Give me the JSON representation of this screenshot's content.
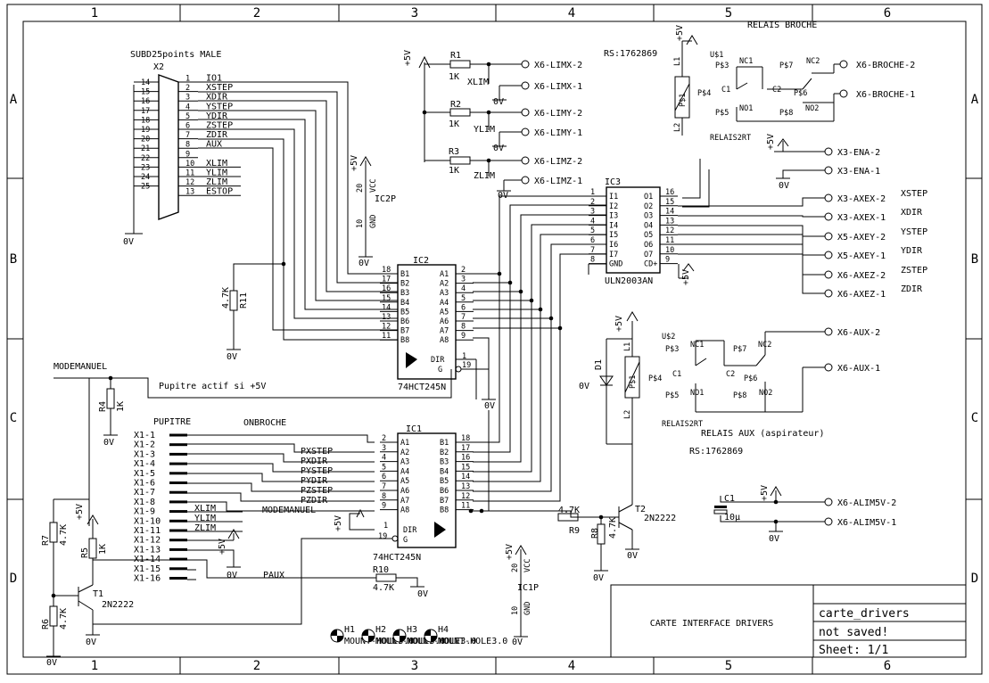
{
  "frame": {
    "columns": [
      "1",
      "2",
      "3",
      "4",
      "5",
      "6"
    ],
    "rows": [
      "A",
      "B",
      "C",
      "D"
    ]
  },
  "title_block": {
    "description": "CARTE INTERFACE DRIVERS",
    "name": "carte_drivers",
    "status": "not saved!",
    "sheet": "Sheet: 1/1"
  },
  "connector_x2": {
    "title": "SUBD25points MALE",
    "ref": "X2",
    "left_pins": [
      "14",
      "15",
      "16",
      "17",
      "18",
      "19",
      "20",
      "21",
      "22",
      "23",
      "24",
      "25"
    ],
    "right_pins": [
      {
        "num": "1",
        "signal": "IO1"
      },
      {
        "num": "2",
        "signal": "XSTEP"
      },
      {
        "num": "3",
        "signal": "XDIR"
      },
      {
        "num": "4",
        "signal": "YSTEP"
      },
      {
        "num": "5",
        "signal": "YDIR"
      },
      {
        "num": "6",
        "signal": "ZSTEP"
      },
      {
        "num": "7",
        "signal": "ZDIR"
      },
      {
        "num": "8",
        "signal": "AUX"
      },
      {
        "num": "9",
        "signal": ""
      },
      {
        "num": "10",
        "signal": "XLIM"
      },
      {
        "num": "11",
        "signal": "YLIM"
      },
      {
        "num": "12",
        "signal": "ZLIM"
      },
      {
        "num": "13",
        "signal": "ESTOP"
      }
    ],
    "ground": "0V"
  },
  "limits": {
    "supply": "+5V",
    "resistors": [
      {
        "ref": "R1",
        "value": "1K",
        "label": "XLIM",
        "pins": [
          "X6-LIMX-2",
          "X6-LIMX-1"
        ]
      },
      {
        "ref": "R2",
        "value": "1K",
        "label": "YLIM",
        "pins": [
          "X6-LIMY-2",
          "X6-LIMY-1"
        ]
      },
      {
        "ref": "R3",
        "value": "1K",
        "label": "ZLIM",
        "pins": [
          "X6-LIMZ-2",
          "X6-LIMZ-1"
        ]
      }
    ],
    "ground": "0V"
  },
  "ic2p": {
    "ref": "IC2P",
    "supply": "+5V",
    "vcc_pin": "20",
    "vcc": "VCC",
    "gnd_pin": "10",
    "gnd": "GND",
    "ground": "0V"
  },
  "ic1p": {
    "ref": "IC1P",
    "supply": "+5V",
    "vcc_pin": "20",
    "vcc": "VCC",
    "gnd_pin": "10",
    "gnd": "GND",
    "ground": "0V"
  },
  "ic2": {
    "ref": "IC2",
    "part": "74HCT245N",
    "left_pins": [
      {
        "num": "18",
        "name": "B1"
      },
      {
        "num": "17",
        "name": "B2"
      },
      {
        "num": "16",
        "name": "B3"
      },
      {
        "num": "15",
        "name": "B4"
      },
      {
        "num": "14",
        "name": "B5"
      },
      {
        "num": "13",
        "name": "B6"
      },
      {
        "num": "12",
        "name": "B7"
      },
      {
        "num": "11",
        "name": "B8"
      }
    ],
    "right_pins": [
      {
        "num": "2",
        "name": "A1"
      },
      {
        "num": "3",
        "name": "A2"
      },
      {
        "num": "4",
        "name": "A3"
      },
      {
        "num": "5",
        "name": "A4"
      },
      {
        "num": "6",
        "name": "A5"
      },
      {
        "num": "7",
        "name": "A6"
      },
      {
        "num": "8",
        "name": "A7"
      },
      {
        "num": "9",
        "name": "A8"
      }
    ],
    "dir": {
      "num": "1",
      "name": "DIR"
    },
    "g": {
      "num": "19",
      "name": "G"
    },
    "ground": "0V"
  },
  "ic1": {
    "ref": "IC1",
    "part": "74HCT245N",
    "left_pins": [
      {
        "num": "2",
        "name": "A1"
      },
      {
        "num": "3",
        "name": "A2"
      },
      {
        "num": "4",
        "name": "A3"
      },
      {
        "num": "5",
        "name": "A4"
      },
      {
        "num": "6",
        "name": "A5"
      },
      {
        "num": "7",
        "name": "A6"
      },
      {
        "num": "8",
        "name": "A7"
      },
      {
        "num": "9",
        "name": "A8"
      }
    ],
    "right_pins": [
      {
        "num": "18",
        "name": "B1"
      },
      {
        "num": "17",
        "name": "B2"
      },
      {
        "num": "16",
        "name": "B3"
      },
      {
        "num": "15",
        "name": "B4"
      },
      {
        "num": "14",
        "name": "B5"
      },
      {
        "num": "13",
        "name": "B6"
      },
      {
        "num": "12",
        "name": "B7"
      },
      {
        "num": "11",
        "name": "B8"
      }
    ],
    "dir": {
      "num": "1",
      "name": "DIR"
    },
    "g": {
      "num": "19",
      "name": "G"
    },
    "supply": "+5V"
  },
  "ic3": {
    "ref": "IC3",
    "part": "ULN2003AN",
    "left_pins": [
      {
        "num": "1",
        "name": "I1"
      },
      {
        "num": "2",
        "name": "I2"
      },
      {
        "num": "3",
        "name": "I3"
      },
      {
        "num": "4",
        "name": "I4"
      },
      {
        "num": "5",
        "name": "I5"
      },
      {
        "num": "6",
        "name": "I6"
      },
      {
        "num": "7",
        "name": "I7"
      },
      {
        "num": "8",
        "name": "GND"
      }
    ],
    "right_pins": [
      {
        "num": "16",
        "name": "O1"
      },
      {
        "num": "15",
        "name": "O2"
      },
      {
        "num": "14",
        "name": "O3"
      },
      {
        "num": "13",
        "name": "O4"
      },
      {
        "num": "12",
        "name": "O5"
      },
      {
        "num": "11",
        "name": "O6"
      },
      {
        "num": "10",
        "name": "O7"
      },
      {
        "num": "9",
        "name": "CD+"
      }
    ],
    "supply": "+5V"
  },
  "axis_outputs": [
    {
      "pin": "X3-AXEX-2",
      "signal": "XSTEP"
    },
    {
      "pin": "X3-AXEX-1",
      "signal": "XDIR"
    },
    {
      "pin": "X5-AXEY-2",
      "signal": "YSTEP"
    },
    {
      "pin": "X5-AXEY-1",
      "signal": "YDIR"
    },
    {
      "pin": "X6-AXEZ-2",
      "signal": "ZSTEP"
    },
    {
      "pin": "X6-AXEZ-1",
      "signal": "ZDIR"
    }
  ],
  "enable": {
    "supply": "+5V",
    "pins": [
      "X3-ENA-2",
      "X3-ENA-1"
    ],
    "ground": "0V"
  },
  "relay_broche": {
    "title": "RELAIS BROCHE",
    "rs": "RS:1762869",
    "ref": "U$1",
    "part": "RELAIS2RT",
    "supply": "+5V",
    "labels": {
      "l1": "L1",
      "l2": "L2",
      "p3": "P$3",
      "p4": "P$4",
      "p5": "P$5",
      "p6": "P$6",
      "p7": "P$7",
      "p8": "P$8",
      "c1": "C1",
      "c2": "C2",
      "nc1": "NC1",
      "nc2": "NC2",
      "no1": "NO1",
      "no2": "NO2",
      "coil": "P$1"
    },
    "pins": [
      "X6-BROCHE-2",
      "X6-BROCHE-1"
    ]
  },
  "relay_aux": {
    "title": "RELAIS AUX (aspirateur)",
    "rs": "RS:1762869",
    "ref": "U$2",
    "part": "RELAIS2RT",
    "supply": "+5V",
    "diode": "D1",
    "ground": "0V",
    "labels": {
      "l1": "L1",
      "l2": "L2",
      "p3": "P$3",
      "p4": "P$4",
      "p5": "P$5",
      "p6": "P$6",
      "p7": "P$7",
      "p8": "P$8",
      "c1": "C1",
      "c2": "C2",
      "nc1": "NC1",
      "nc2": "NC2",
      "no1": "NO1",
      "no2": "NO2",
      "coil": "P$1"
    },
    "pins": [
      "X6-AUX-2",
      "X6-AUX-1"
    ]
  },
  "r11": {
    "ref": "R11",
    "value": "4.7K",
    "ground": "0V"
  },
  "modemanuel": {
    "label": "MODEMANUEL",
    "note": "Pupitre actif si +5V",
    "r4": {
      "ref": "R4",
      "value": "1K"
    },
    "ground": "0V"
  },
  "pupitre": {
    "title": "PUPITRE",
    "pins": [
      "X1-1",
      "X1-2",
      "X1-3",
      "X1-4",
      "X1-5",
      "X1-6",
      "X1-7",
      "X1-8",
      "X1-9",
      "X1-10",
      "X1-11",
      "X1-12",
      "X1-13",
      "X1-14",
      "X1-15",
      "X1-16"
    ],
    "nets": {
      "onbroche": "ONBROCHE",
      "pxstep": "PXSTEP",
      "pxdir": "PXDIR",
      "pystep": "PYSTEP",
      "pydir": "PYDIR",
      "pzstep": "PZSTEP",
      "pzdir": "PZDIR",
      "modemanuel": "MODEMANUEL",
      "xlim": "XLIM",
      "ylim": "YLIM",
      "zlim": "ZLIM",
      "paux": "PAUX"
    },
    "supply": "+5V",
    "ground": "0V"
  },
  "transistors": {
    "r7": {
      "ref": "R7",
      "value": "4.7K"
    },
    "r5": {
      "ref": "R5",
      "value": "1K"
    },
    "r6": {
      "ref": "R6",
      "value": "4.7K"
    },
    "t1": {
      "ref": "T1",
      "part": "2N2222"
    },
    "r10": {
      "ref": "R10",
      "value": "4.7K"
    },
    "r9": {
      "ref": "R9",
      "value": "4.7K"
    },
    "r8": {
      "ref": "R8",
      "value": "4.7K"
    },
    "t2": {
      "ref": "T2",
      "part": "2N2222"
    },
    "supply": "+5V",
    "ground": "0V"
  },
  "power_input": {
    "cap": "C1",
    "cap_value": "10µ",
    "supply": "+5V",
    "ground": "0V",
    "pins": [
      "X6-ALIM5V-2",
      "X6-ALIM5V-1"
    ]
  },
  "mounting_holes": {
    "refs": [
      "H1",
      "H2",
      "H3",
      "H4"
    ],
    "text": "MOUNT-HOLE3.0"
  }
}
